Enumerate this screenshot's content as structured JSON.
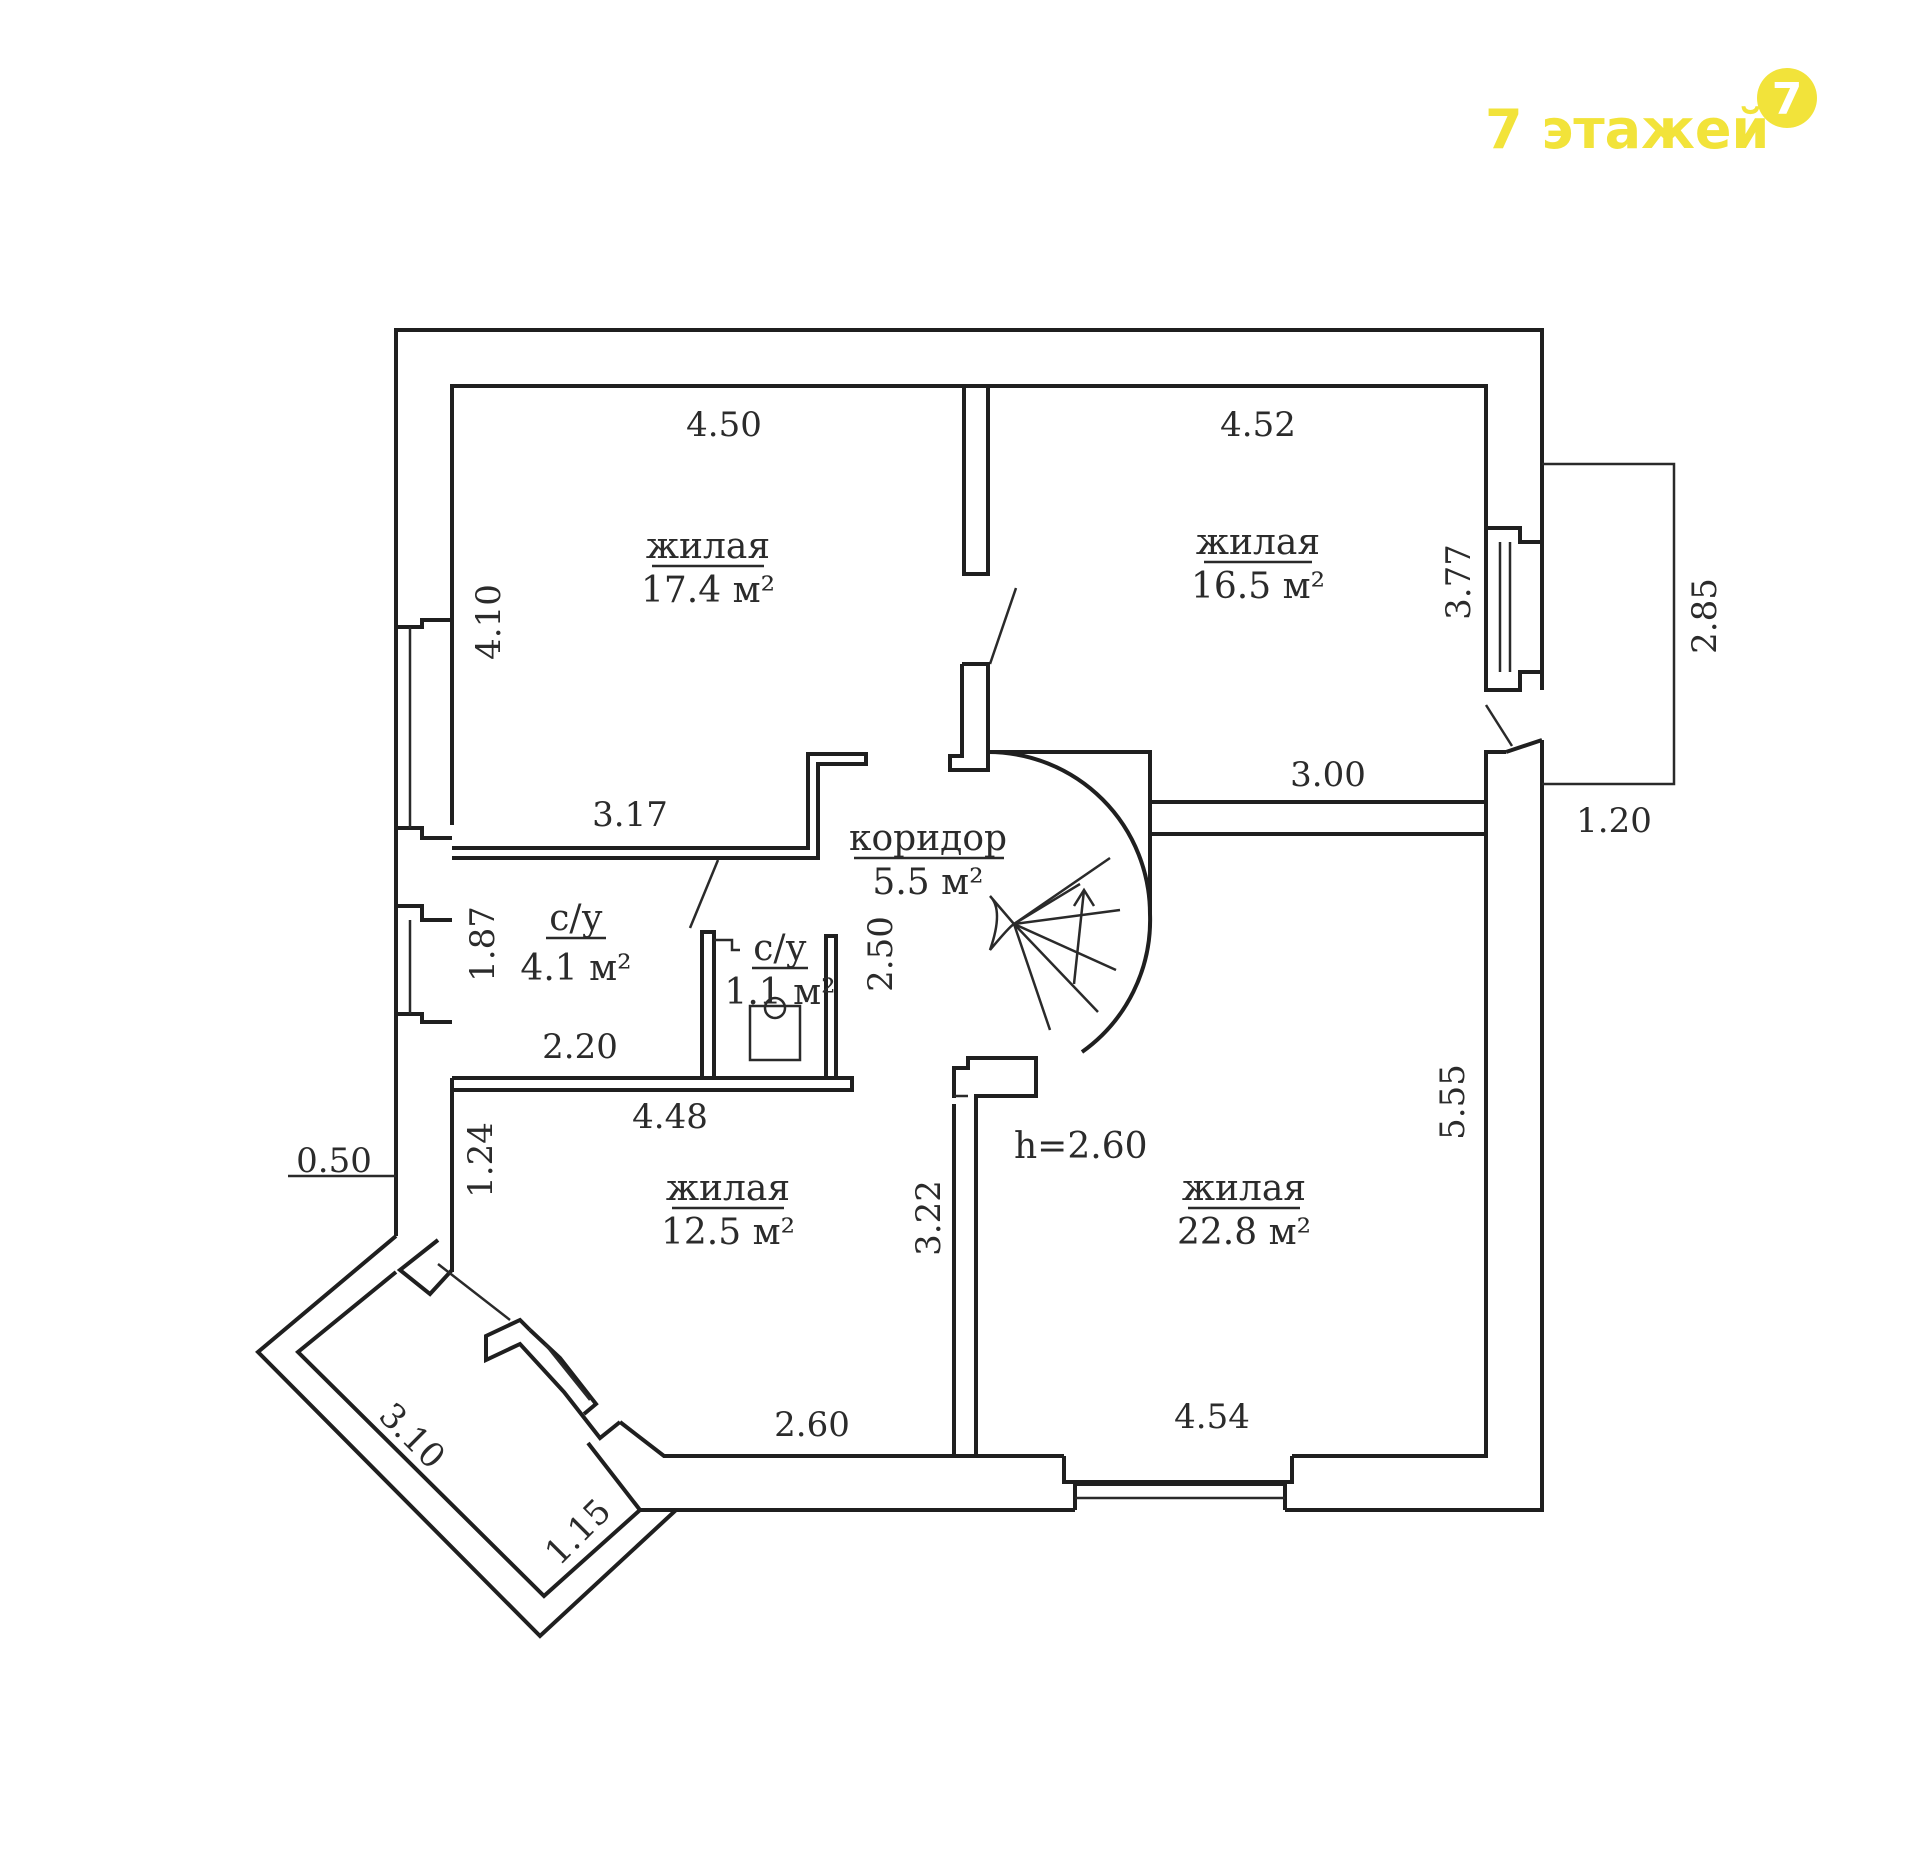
{
  "brand": {
    "name": "7 этажей",
    "logo_digit": "7",
    "accent_color": "#f2e33a"
  },
  "rooms": {
    "room_top_left": {
      "type": "жилая",
      "area": "17.4 м²"
    },
    "room_top_right": {
      "type": "жилая",
      "area": "16.5 м²"
    },
    "corridor": {
      "type": "коридор",
      "area": "5.5 м²"
    },
    "bath_large": {
      "type": "с/у",
      "area": "4.1 м²"
    },
    "bath_small": {
      "type": "с/у",
      "area": "1.1 м²"
    },
    "room_bottom_left": {
      "type": "жилая",
      "area": "12.5 м²"
    },
    "room_bottom_right": {
      "type": "жилая",
      "area": "22.8 м²"
    }
  },
  "ceiling_height": "h=2.60",
  "dimensions": {
    "d_4_50": "4.50",
    "d_4_52": "4.52",
    "d_4_10": "4.10",
    "d_3_77": "3.77",
    "d_2_85": "2.85",
    "d_3_17": "3.17",
    "d_3_00": "3.00",
    "d_1_20": "1.20",
    "d_1_87": "1.87",
    "d_2_20": "2.20",
    "d_2_50": "2.50",
    "d_4_48": "4.48",
    "d_1_24": "1.24",
    "d_0_50": "0.50",
    "d_5_55": "5.55",
    "d_3_22": "3.22",
    "d_2_60": "2.60",
    "d_4_54": "4.54",
    "d_3_10": "3.10",
    "d_1_15": "1.15"
  }
}
